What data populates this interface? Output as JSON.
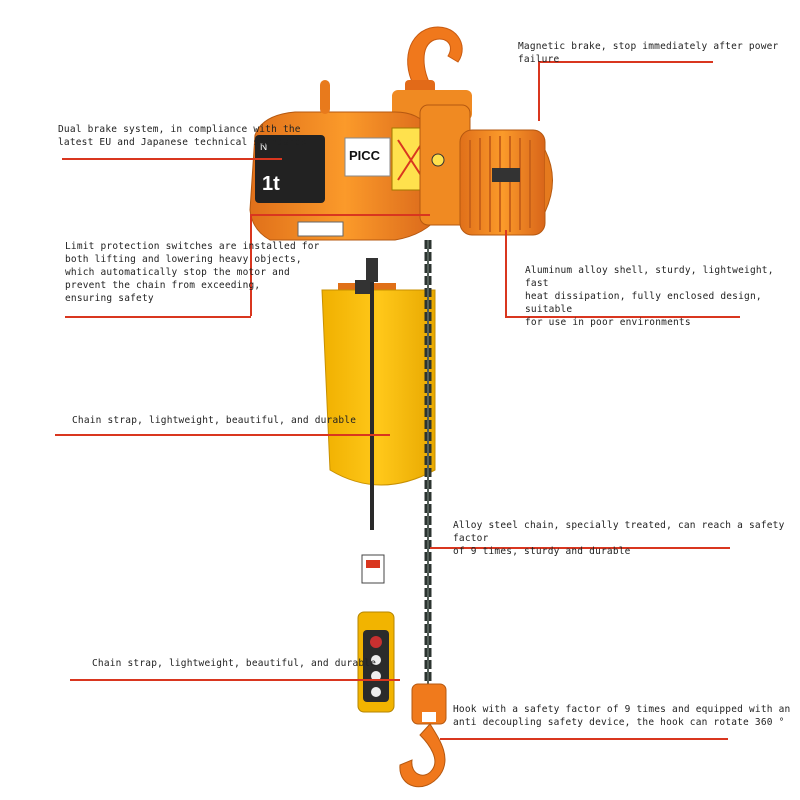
{
  "annotations": {
    "magnetic_brake": "Magnetic brake, stop immediately after power failure",
    "dual_brake_1": "Dual brake system, in compliance with the",
    "dual_brake_2": "latest EU and Japanese technical standards",
    "limit_1": "Limit protection switches are installed for",
    "limit_2": "both lifting and lowering heavy objects,",
    "limit_3": "which automatically stop the motor and",
    "limit_4": "prevent the chain from exceeding,",
    "limit_5": "ensuring safety",
    "aluminum_1": "Aluminum alloy shell, sturdy, lightweight, fast",
    "aluminum_2": "heat dissipation, fully enclosed design, suitable",
    "aluminum_3": "for use in poor environments",
    "chain_strap_upper": "Chain strap, lightweight, beautiful, and durable",
    "alloy_chain_1": "Alloy steel chain, specially treated, can reach a safety factor",
    "alloy_chain_2": "of 9 times, sturdy and durable",
    "chain_strap_lower": "Chain strap, lightweight, beautiful, and durable",
    "hook_1": "Hook with a safety factor of 9 times and equipped with an",
    "hook_2": "anti decoupling safety device, the hook can rotate 360 °"
  },
  "product": {
    "brand_plate": "PICC",
    "capacity": "1t"
  },
  "colors": {
    "body_orange": "#f28a1e",
    "chain_bag_yellow": "#f5b800",
    "leader_line_red": "#d9361f"
  }
}
